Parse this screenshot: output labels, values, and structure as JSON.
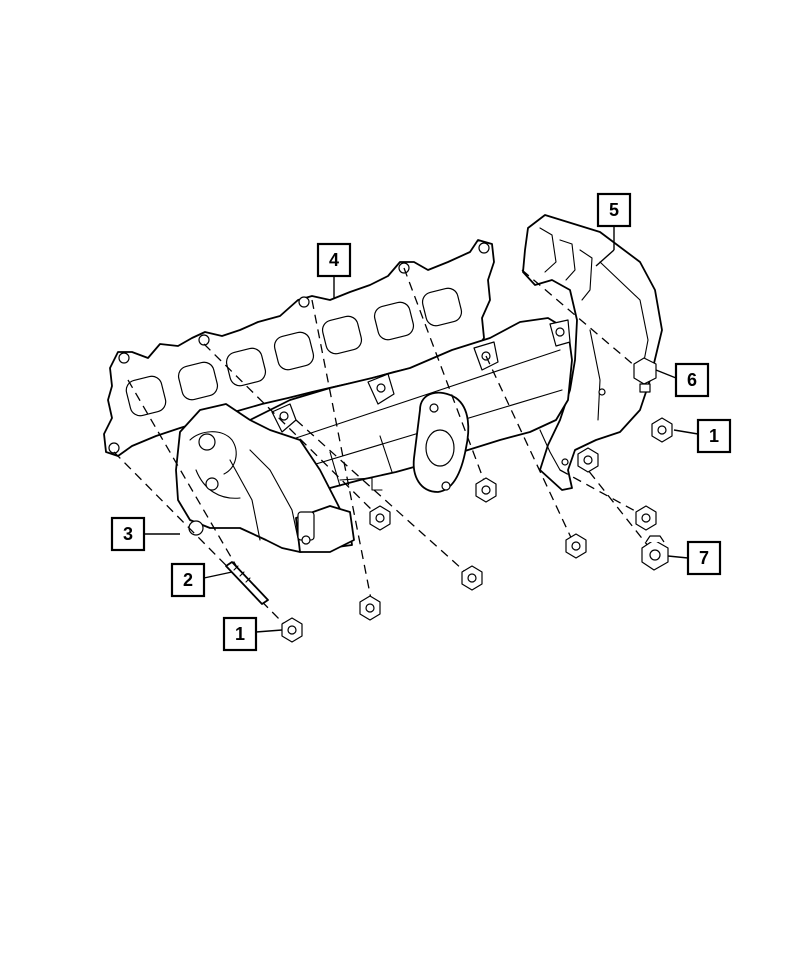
{
  "diagram": {
    "callouts": [
      {
        "id": "c1a",
        "label": "1"
      },
      {
        "id": "c1b",
        "label": "1"
      },
      {
        "id": "c2",
        "label": "2"
      },
      {
        "id": "c3",
        "label": "3"
      },
      {
        "id": "c4",
        "label": "4"
      },
      {
        "id": "c5",
        "label": "5"
      },
      {
        "id": "c6",
        "label": "6"
      },
      {
        "id": "c7",
        "label": "7"
      }
    ]
  }
}
